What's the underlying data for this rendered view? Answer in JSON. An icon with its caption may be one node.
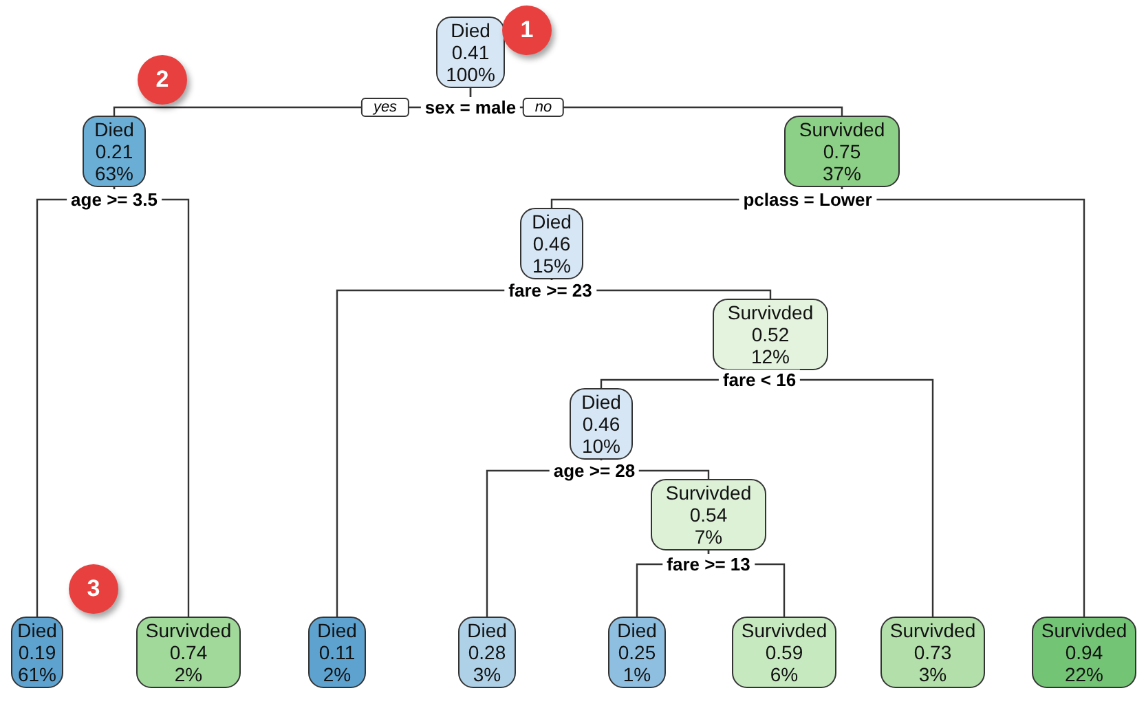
{
  "diagram": {
    "nodes": [
      {
        "text": [
          "Died",
          "0.41",
          "100%"
        ],
        "beside": [
          "sex = male"
        ]
      },
      {
        "text": [
          "Died",
          "0.21",
          "63%"
        ],
        "beside": [
          "age >= 3.5"
        ]
      },
      {
        "text": [
          "Survivded",
          "0.75",
          "37%"
        ],
        "beside": [
          "pclass = Lower"
        ]
      },
      {
        "text": [
          "Died",
          "0.46",
          "15%"
        ],
        "beside": [
          "fare >= 23"
        ]
      },
      {
        "text": [
          "Survivded",
          "0.52",
          "12%"
        ],
        "beside": [
          "fare < 16"
        ]
      },
      {
        "text": [
          "Died",
          "0.46",
          "10%"
        ],
        "beside": [
          "age >= 28"
        ]
      },
      {
        "text": [
          "Survivded",
          "0.54",
          "7%"
        ],
        "beside": [
          "fare >= 13"
        ]
      },
      {
        "text": [
          "Died",
          "0.19",
          "61%"
        ]
      },
      {
        "text": [
          "Survivded",
          "0.74",
          "2%"
        ]
      },
      {
        "text": [
          "Died",
          "0.11",
          "2%"
        ]
      },
      {
        "text": [
          "Died",
          "0.28",
          "3%"
        ]
      },
      {
        "text": [
          "Died",
          "0.25",
          "1%"
        ]
      },
      {
        "text": [
          "Survivded",
          "0.59",
          "6%"
        ]
      },
      {
        "text": [
          "Survivded",
          "0.73",
          "3%"
        ]
      },
      {
        "text": [
          "Survivded",
          "0.94",
          "22%"
        ]
      }
    ],
    "edges": [
      {
        "from": 0,
        "to": 1,
        "arrow": "none",
        "label": "yes"
      },
      {
        "from": 0,
        "to": 2,
        "arrow": "none",
        "label": "no"
      },
      {
        "from": 1,
        "to": 7,
        "arrow": "none"
      },
      {
        "from": 1,
        "to": 8,
        "arrow": "none"
      },
      {
        "from": 2,
        "to": 3,
        "arrow": "none"
      },
      {
        "from": 2,
        "to": 14,
        "arrow": "none"
      },
      {
        "from": 3,
        "to": 9,
        "arrow": "none"
      },
      {
        "from": 3,
        "to": 4,
        "arrow": "none"
      },
      {
        "from": 4,
        "to": 5,
        "arrow": "none"
      },
      {
        "from": 4,
        "to": 13,
        "arrow": "none"
      },
      {
        "from": 5,
        "to": 10,
        "arrow": "none"
      },
      {
        "from": 5,
        "to": 6,
        "arrow": "none"
      },
      {
        "from": 6,
        "to": 11,
        "arrow": "none"
      },
      {
        "from": 6,
        "to": 12,
        "arrow": "none"
      }
    ],
    "labels": [
      "1",
      "2",
      "3"
    ]
  }
}
